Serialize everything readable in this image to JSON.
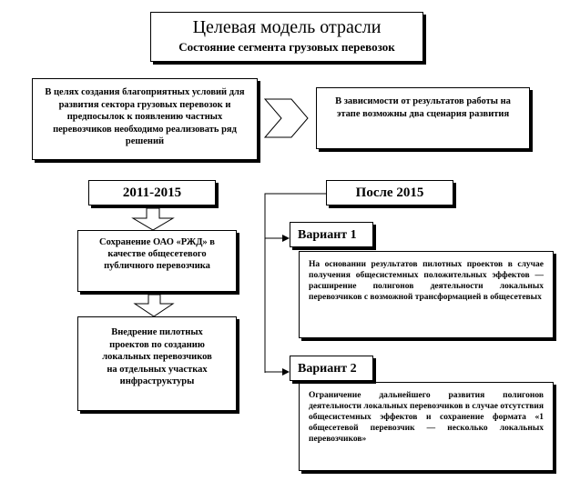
{
  "title": {
    "main": "Целевая модель отрасли",
    "sub": "Состояние сегмента грузовых перевозок"
  },
  "intro": {
    "text": "В целях создания благоприятных условий для развития сектора грузовых перевозок и предпосылок к появлению частных перевозчиков необходимо реализовать ряд решений"
  },
  "scenario": {
    "text": "В зависимости от результатов работы на этапе возможны два сценария развития"
  },
  "periods": {
    "first": "2011-2015",
    "second": "После 2015"
  },
  "steps": {
    "first": "Сохранение ОАО «РЖД» в качестве общесетевого публичного перевозчика",
    "second": "Внедрение пилотных проектов по созданию локальных перевозчиков на отдельных участках инфраструктуры"
  },
  "variants": [
    {
      "title": "Вариант 1",
      "text": "На основании результатов пилотных проектов в случае получения общесистемных положительных эффектов — расширение полигонов деятельности локальных перевозчиков с возможной трансформацией в общесетевых"
    },
    {
      "title": "Вариант 2",
      "text": "Ограничение дальнейшего развития полигонов деятельности локальных перевозчиков в случае отсутствия общесистемных эффектов и сохранение формата «1 общесетевой перевозчик — несколько локальных перевозчиков»"
    }
  ]
}
